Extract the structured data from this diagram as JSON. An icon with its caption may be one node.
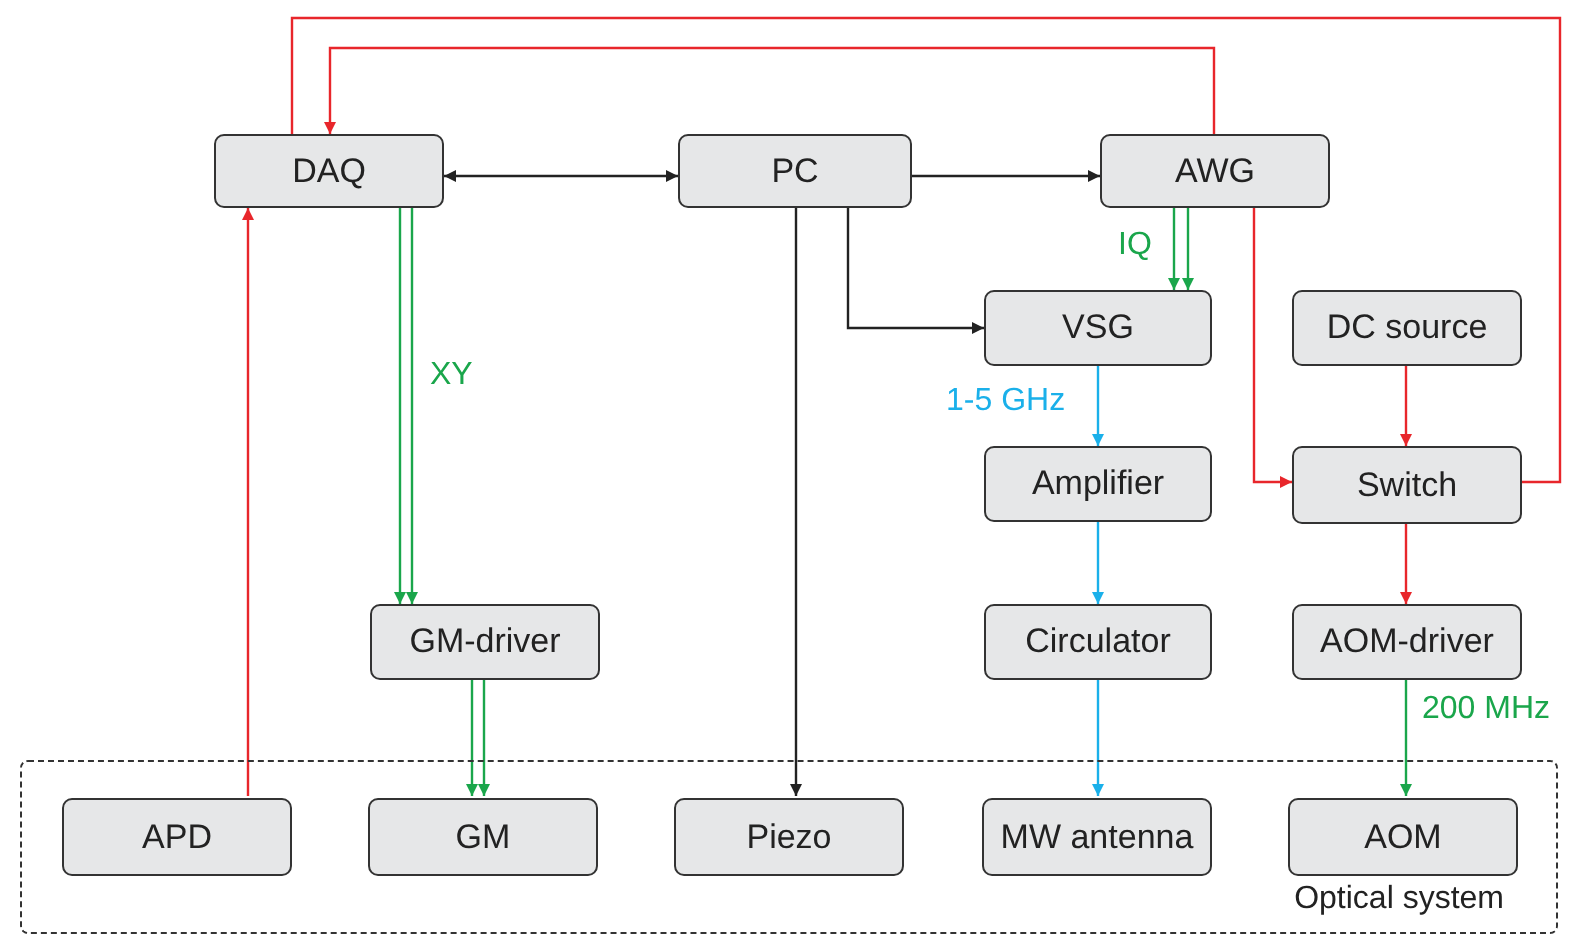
{
  "diagram": {
    "nodes": [
      {
        "text": [
          "DAQ"
        ]
      },
      {
        "text": [
          "PC"
        ]
      },
      {
        "text": [
          "AWG"
        ]
      },
      {
        "text": [
          "VSG"
        ]
      },
      {
        "text": [
          "DC source"
        ]
      },
      {
        "text": [
          "Amplifier"
        ]
      },
      {
        "text": [
          "Switch"
        ]
      },
      {
        "text": [
          "GM-driver"
        ]
      },
      {
        "text": [
          "Circulator"
        ]
      },
      {
        "text": [
          "AOM-driver"
        ]
      },
      {
        "text": [
          "Optical system"
        ]
      },
      {
        "text": [
          "APD"
        ],
        "in": 10
      },
      {
        "text": [
          "GM"
        ],
        "in": 10
      },
      {
        "text": [
          "Piezo"
        ],
        "in": 10
      },
      {
        "text": [
          "MW antenna"
        ],
        "in": 10
      },
      {
        "text": [
          "AOM"
        ],
        "in": 10
      }
    ],
    "edges": [
      {
        "from": 0,
        "to": 1,
        "arrow": "both",
        "color": "#222222"
      },
      {
        "from": 1,
        "to": 2,
        "arrow": "to",
        "color": "#222222"
      },
      {
        "from": 1,
        "to": 3,
        "arrow": "to",
        "color": "#222222"
      },
      {
        "from": 1,
        "to": 13,
        "arrow": "to",
        "color": "#222222"
      },
      {
        "from": 2,
        "to": 3,
        "arrow": "to",
        "label": "IQ",
        "color": "#1aa64b"
      },
      {
        "from": 2,
        "to": 3,
        "arrow": "to",
        "color": "#1aa64b"
      },
      {
        "from": 0,
        "to": 7,
        "arrow": "to",
        "label": "XY",
        "color": "#1aa64b"
      },
      {
        "from": 0,
        "to": 7,
        "arrow": "to",
        "color": "#1aa64b"
      },
      {
        "from": 7,
        "to": 12,
        "arrow": "to",
        "color": "#1aa64b"
      },
      {
        "from": 7,
        "to": 12,
        "arrow": "to",
        "color": "#1aa64b"
      },
      {
        "from": 11,
        "to": 0,
        "arrow": "to",
        "color": "#e8262b"
      },
      {
        "from": 2,
        "to": 0,
        "arrow": "to",
        "color": "#e8262b"
      },
      {
        "from": 6,
        "to": 0,
        "arrow": "none",
        "color": "#e8262b"
      },
      {
        "from": 2,
        "to": 6,
        "arrow": "to",
        "color": "#e8262b"
      },
      {
        "from": 4,
        "to": 6,
        "arrow": "to",
        "color": "#e8262b"
      },
      {
        "from": 6,
        "to": 9,
        "arrow": "to",
        "color": "#e8262b"
      },
      {
        "from": 9,
        "to": 15,
        "arrow": "to",
        "label": "200 MHz",
        "color": "#1aa64b"
      },
      {
        "from": 3,
        "to": 5,
        "arrow": "to",
        "label": "1-5 GHz",
        "color": "#1ab0ea"
      },
      {
        "from": 5,
        "to": 8,
        "arrow": "to",
        "color": "#1ab0ea"
      },
      {
        "from": 8,
        "to": 14,
        "arrow": "to",
        "color": "#1ab0ea"
      }
    ]
  }
}
